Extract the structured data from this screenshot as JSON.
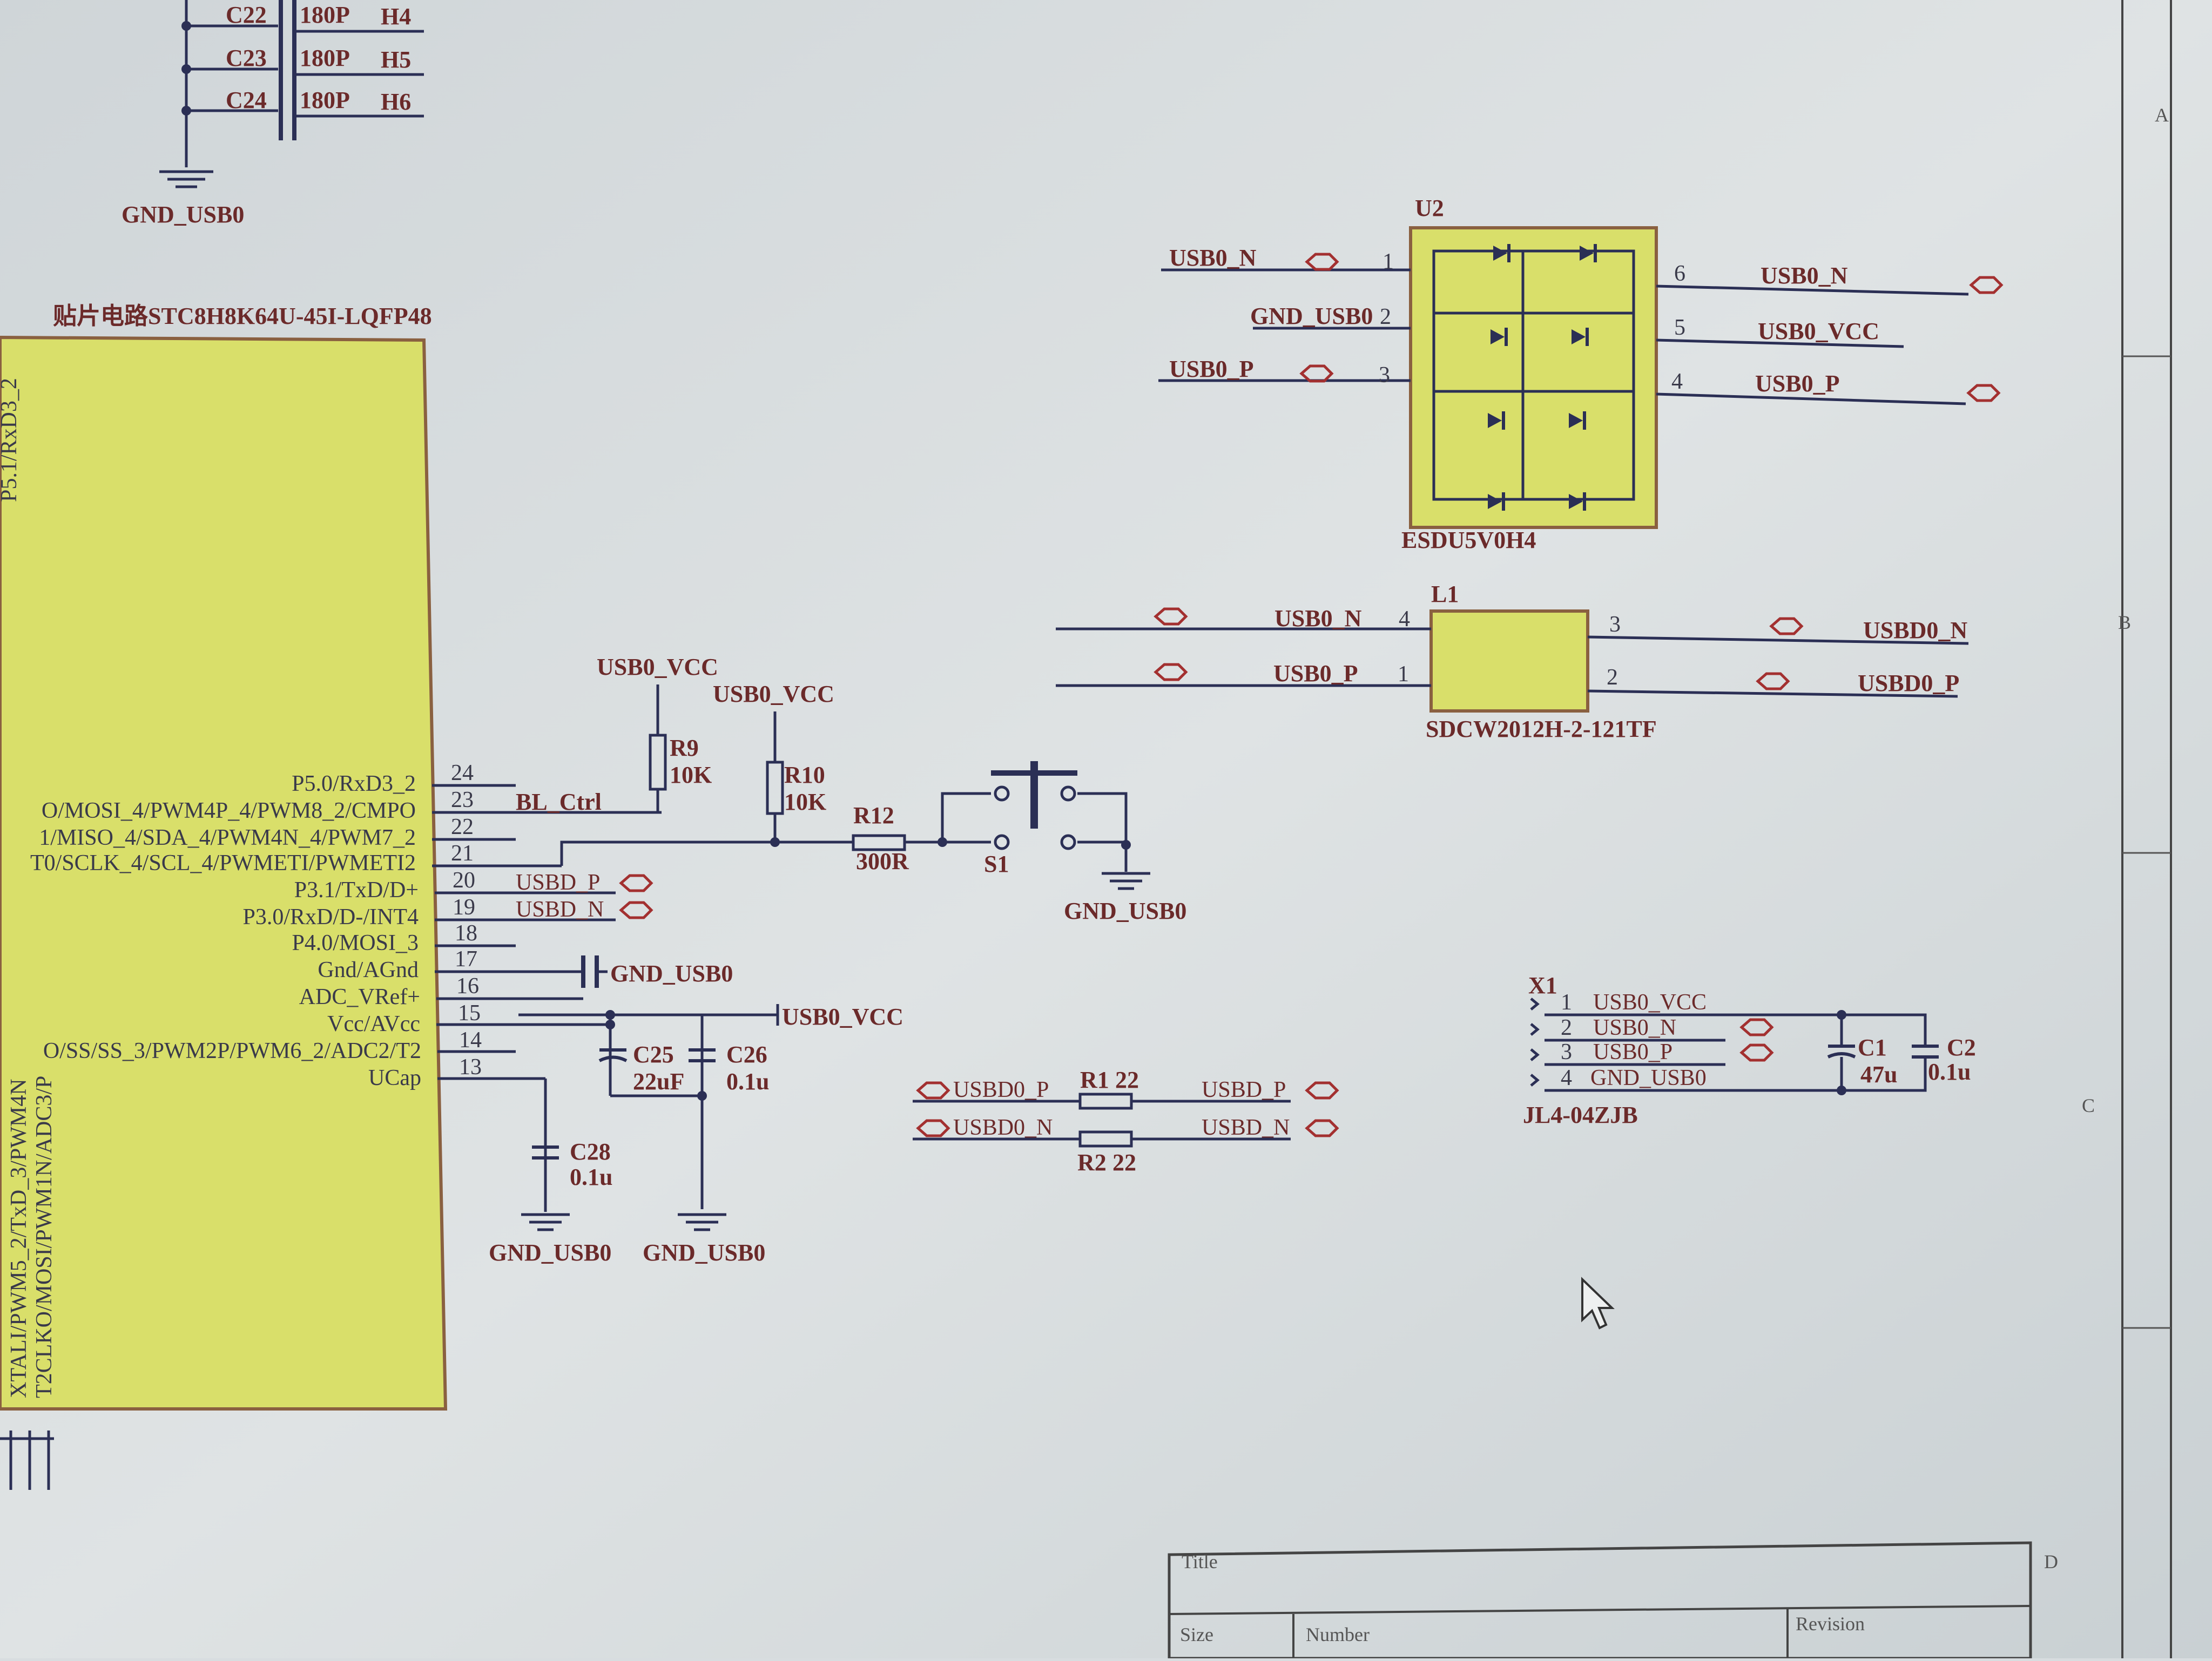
{
  "screen": {
    "background": "#d8dde0",
    "chip_fill": "#d9df6a",
    "wire_color": "#2b2f55",
    "label_color": "#6b2a2a",
    "port_color": "#a33030"
  },
  "caps_top": [
    {
      "ref": "C22",
      "val": "180P",
      "net": "H4"
    },
    {
      "ref": "C23",
      "val": "180P",
      "net": "H5"
    },
    {
      "ref": "C24",
      "val": "180P",
      "net": "H6"
    }
  ],
  "gnd_top": "GND_USB0",
  "mcu": {
    "title": "贴片电路STC8H8K64U-45I-LQFP48",
    "left_side_label": "P5.1/RxD3_2",
    "pins": [
      {
        "num": "24",
        "name": "P5.0/RxD3_2"
      },
      {
        "num": "23",
        "name": "O/MOSI_4/PWM4P_4/PWM8_2/CMPO"
      },
      {
        "num": "22",
        "name": "1/MISO_4/SDA_4/PWM4N_4/PWM7_2"
      },
      {
        "num": "21",
        "name": "T0/SCLK_4/SCL_4/PWMETI/PWMETI2"
      },
      {
        "num": "20",
        "name": "P3.1/TxD/D+"
      },
      {
        "num": "19",
        "name": "P3.0/RxD/D-/INT4"
      },
      {
        "num": "18",
        "name": "P4.0/MOSI_3"
      },
      {
        "num": "17",
        "name": "Gnd/AGnd"
      },
      {
        "num": "16",
        "name": "ADC_VRef+"
      },
      {
        "num": "15",
        "name": "Vcc/AVcc"
      },
      {
        "num": "14",
        "name": "O/SS/SS_3/PWM2P/PWM6_2/ADC2/T2"
      },
      {
        "num": "13",
        "name": "UCap"
      }
    ],
    "bottom_labels": [
      "XTALI/PWM5_2/TxD_3/PWM4N",
      "T2CLKO/MOSI/PWM1N/ADC3/P"
    ]
  },
  "u2": {
    "ref": "U2",
    "part": "ESDU5V0H4",
    "left_pins": [
      {
        "num": "1",
        "net": "USB0_N"
      },
      {
        "num": "2",
        "net": "GND_USB0"
      },
      {
        "num": "3",
        "net": "USB0_P"
      }
    ],
    "right_pins": [
      {
        "num": "6",
        "net": "USB0_N"
      },
      {
        "num": "5",
        "net": "USB0_VCC"
      },
      {
        "num": "4",
        "net": "USB0_P"
      }
    ]
  },
  "l1": {
    "ref": "L1",
    "part": "SDCW2012H-2-121TF",
    "left_pins": [
      {
        "num": "4",
        "net": "USB0_N"
      },
      {
        "num": "1",
        "net": "USB0_P"
      }
    ],
    "right_pins": [
      {
        "num": "3",
        "net": "USBD0_N"
      },
      {
        "num": "2",
        "net": "USBD0_P"
      }
    ]
  },
  "middle": {
    "r9": {
      "ref": "R9",
      "val": "10K"
    },
    "r10": {
      "ref": "R10",
      "val": "10K"
    },
    "r12": {
      "ref": "R12",
      "val": "300R"
    },
    "s1": "S1",
    "usb_vcc": "USB0_VCC",
    "bl_ctrl": "BL_Ctrl",
    "usbd_p": "USBD_P",
    "usbd_n": "USBD_N",
    "gnd": "GND_USB0",
    "c25": {
      "ref": "C25",
      "val": "22uF"
    },
    "c26": {
      "ref": "C26",
      "val": "0.1u"
    },
    "c28": {
      "ref": "C28",
      "val": "0.1u"
    }
  },
  "series_r": {
    "r1": {
      "ref": "R1",
      "val": "22"
    },
    "r2": {
      "ref": "R2",
      "val": "22"
    },
    "in_p": "USBD0_P",
    "in_n": "USBD0_N",
    "out_p": "USBD_P",
    "out_n": "USBD_N"
  },
  "x1": {
    "ref": "X1",
    "part": "JL4-04ZJB",
    "pins": [
      {
        "num": "1",
        "net": "USB0_VCC"
      },
      {
        "num": "2",
        "net": "USB0_N"
      },
      {
        "num": "3",
        "net": "USB0_P"
      },
      {
        "num": "4",
        "net": "GND_USB0"
      }
    ],
    "c1": {
      "ref": "C1",
      "val": "47u"
    },
    "c2": {
      "ref": "C2",
      "val": "0.1u"
    }
  },
  "frame": {
    "zones": [
      "A",
      "B",
      "C",
      "D"
    ],
    "title": "Title",
    "size": "Size",
    "number": "Number",
    "revision": "Revision"
  }
}
